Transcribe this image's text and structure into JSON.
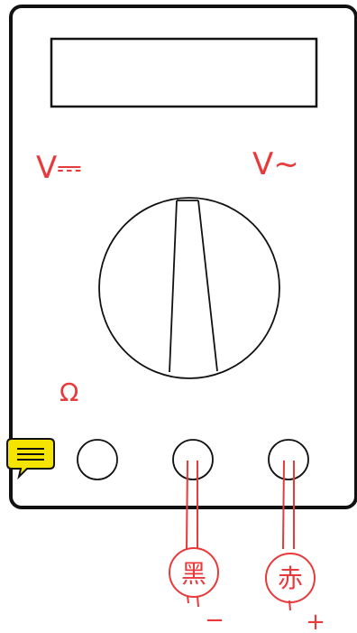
{
  "meter": {
    "display": {
      "reading": ""
    },
    "labels": {
      "dc_voltage": "V⎓",
      "ac_voltage": "V~",
      "resistance": "Ω"
    },
    "ports": [
      {
        "id": "ohm-port"
      },
      {
        "id": "black-port"
      },
      {
        "id": "red-port"
      }
    ]
  },
  "probes": {
    "black": {
      "label": "黑",
      "polarity": "−"
    },
    "red": {
      "label": "赤",
      "polarity": "+"
    }
  },
  "colors": {
    "ink": "#111111",
    "annotation": "#e8393b",
    "note_icon": "#f5e400"
  },
  "note_icon": {
    "name": "sticky-note-icon"
  }
}
